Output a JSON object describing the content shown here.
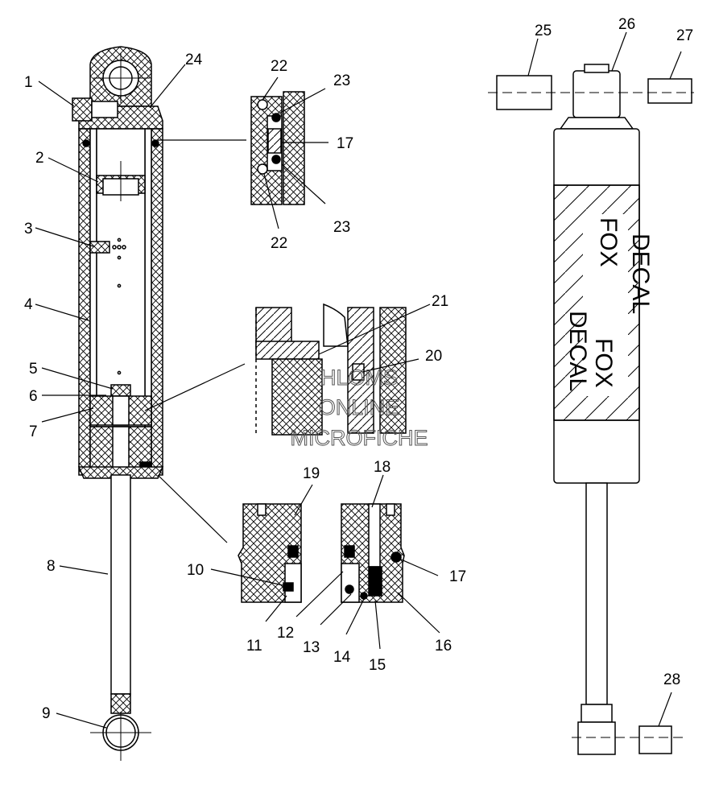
{
  "watermark": {
    "line1": "HLOMS",
    "line2": "ONLINE",
    "line3": "MICROFICHE"
  },
  "decal_text": {
    "word1": "FOX",
    "word2": "DECAL"
  },
  "callouts": {
    "c1": "1",
    "c2": "2",
    "c3": "3",
    "c4": "4",
    "c5": "5",
    "c6": "6",
    "c7": "7",
    "c8": "8",
    "c9": "9",
    "c10": "10",
    "c11": "11",
    "c12": "12",
    "c13": "13",
    "c14": "14",
    "c15": "15",
    "c16": "16",
    "c17a": "17",
    "c17b": "17",
    "c18": "18",
    "c19": "19",
    "c20": "20",
    "c21": "21",
    "c22a": "22",
    "c22b": "22",
    "c23a": "23",
    "c23b": "23",
    "c24": "24",
    "c25": "25",
    "c26": "26",
    "c27": "27",
    "c28": "28"
  }
}
